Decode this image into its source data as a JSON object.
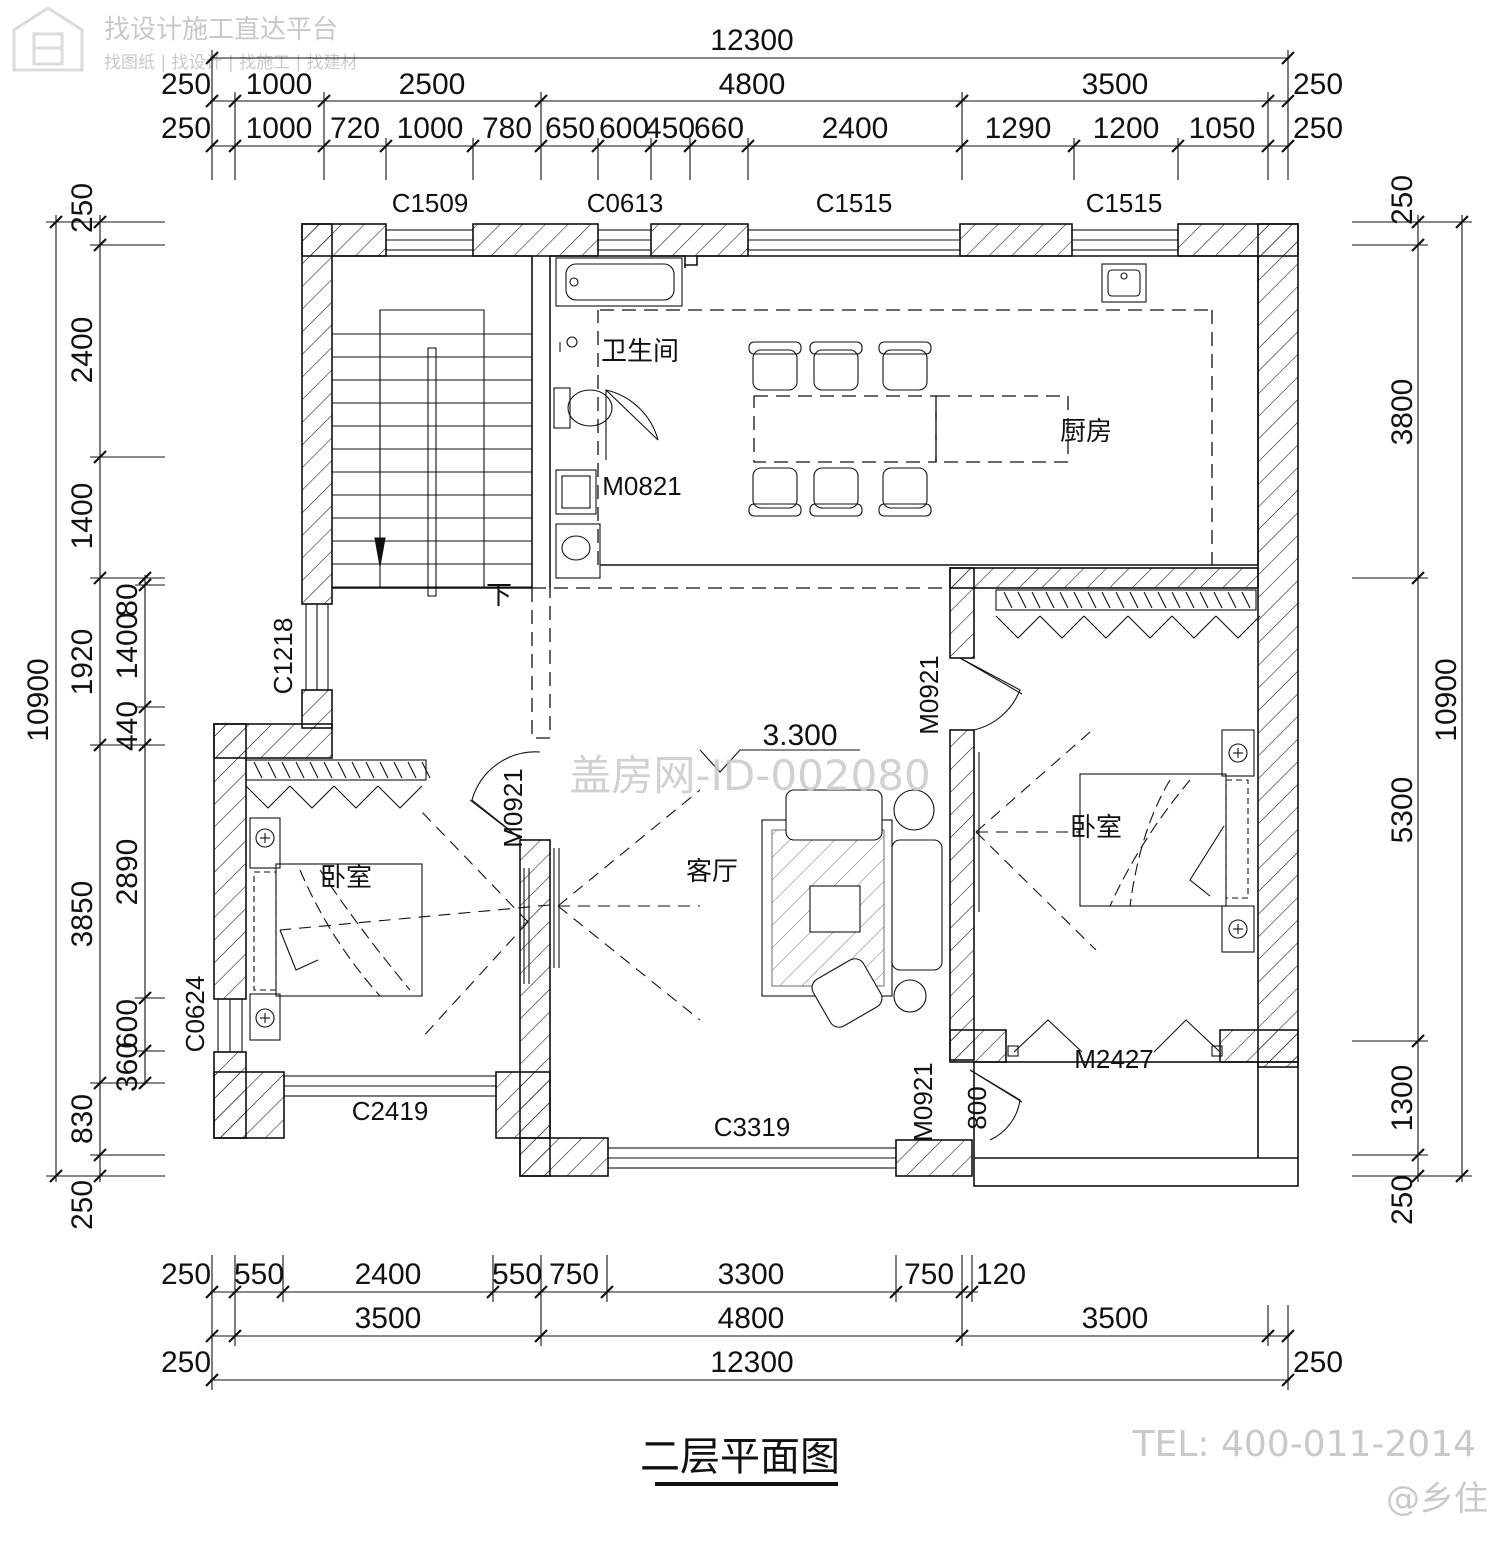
{
  "watermark": {
    "title": "找设计施工直达平台",
    "subtitle": "找图纸 | 找设计 | 找施工 | 找建材",
    "center": "盖房网-ID-002080",
    "tel": "TEL: 400-011-2014",
    "handle": "@乡住"
  },
  "drawing_title": "二层平面图",
  "elevation": "3.300",
  "rooms": {
    "bathroom": "卫生间",
    "kitchen": "厨房",
    "living": "客厅",
    "bedroom_left": "卧室",
    "bedroom_right": "卧室"
  },
  "stair_arrow": "下",
  "openings": {
    "c1509": "C1509",
    "c0613": "C0613",
    "c1515_a": "C1515",
    "c1515_b": "C1515",
    "m0821": "M0821",
    "c1218": "C1218",
    "m0921_a": "M0921",
    "m0921_b": "M0921",
    "m0921_c": "M0921",
    "c0624": "C0624",
    "c2419": "C2419",
    "c3319": "C3319",
    "m2427": "M2427",
    "d800": "800"
  },
  "dims_top": {
    "total": "12300",
    "row2": [
      "250",
      "1000",
      "2500",
      "4800",
      "3500",
      "250"
    ],
    "row3": [
      "250",
      "1000",
      "720",
      "1000",
      "780",
      "650",
      "600",
      "450",
      "660",
      "2400",
      "1290",
      "1200",
      "1050",
      "250"
    ]
  },
  "dims_bottom": {
    "row1": [
      "250",
      "550",
      "2400",
      "550",
      "750",
      "3300",
      "750",
      "120"
    ],
    "row2": [
      "3500",
      "4800",
      "3500"
    ],
    "row3": [
      "250",
      "12300",
      "250"
    ]
  },
  "dims_left": {
    "total": "10900",
    "row2": [
      "250",
      "2400",
      "1400",
      "1920",
      "3850",
      "830",
      "250"
    ],
    "row3": [
      "80",
      "1400",
      "440",
      "2890",
      "600",
      "360"
    ]
  },
  "dims_right": {
    "total": "10900",
    "row2": [
      "250",
      "3800",
      "5300",
      "1300",
      "250"
    ]
  }
}
